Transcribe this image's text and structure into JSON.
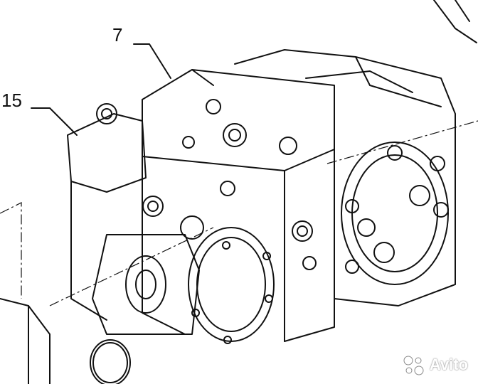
{
  "callouts": [
    {
      "id": "7",
      "text": "7"
    },
    {
      "id": "15",
      "text": "15"
    }
  ],
  "watermark": {
    "text": "Avito",
    "icon": "avito-dots-icon"
  },
  "colors": {
    "line": "#111111",
    "background": "#ffffff",
    "watermark": "#ffffff"
  }
}
